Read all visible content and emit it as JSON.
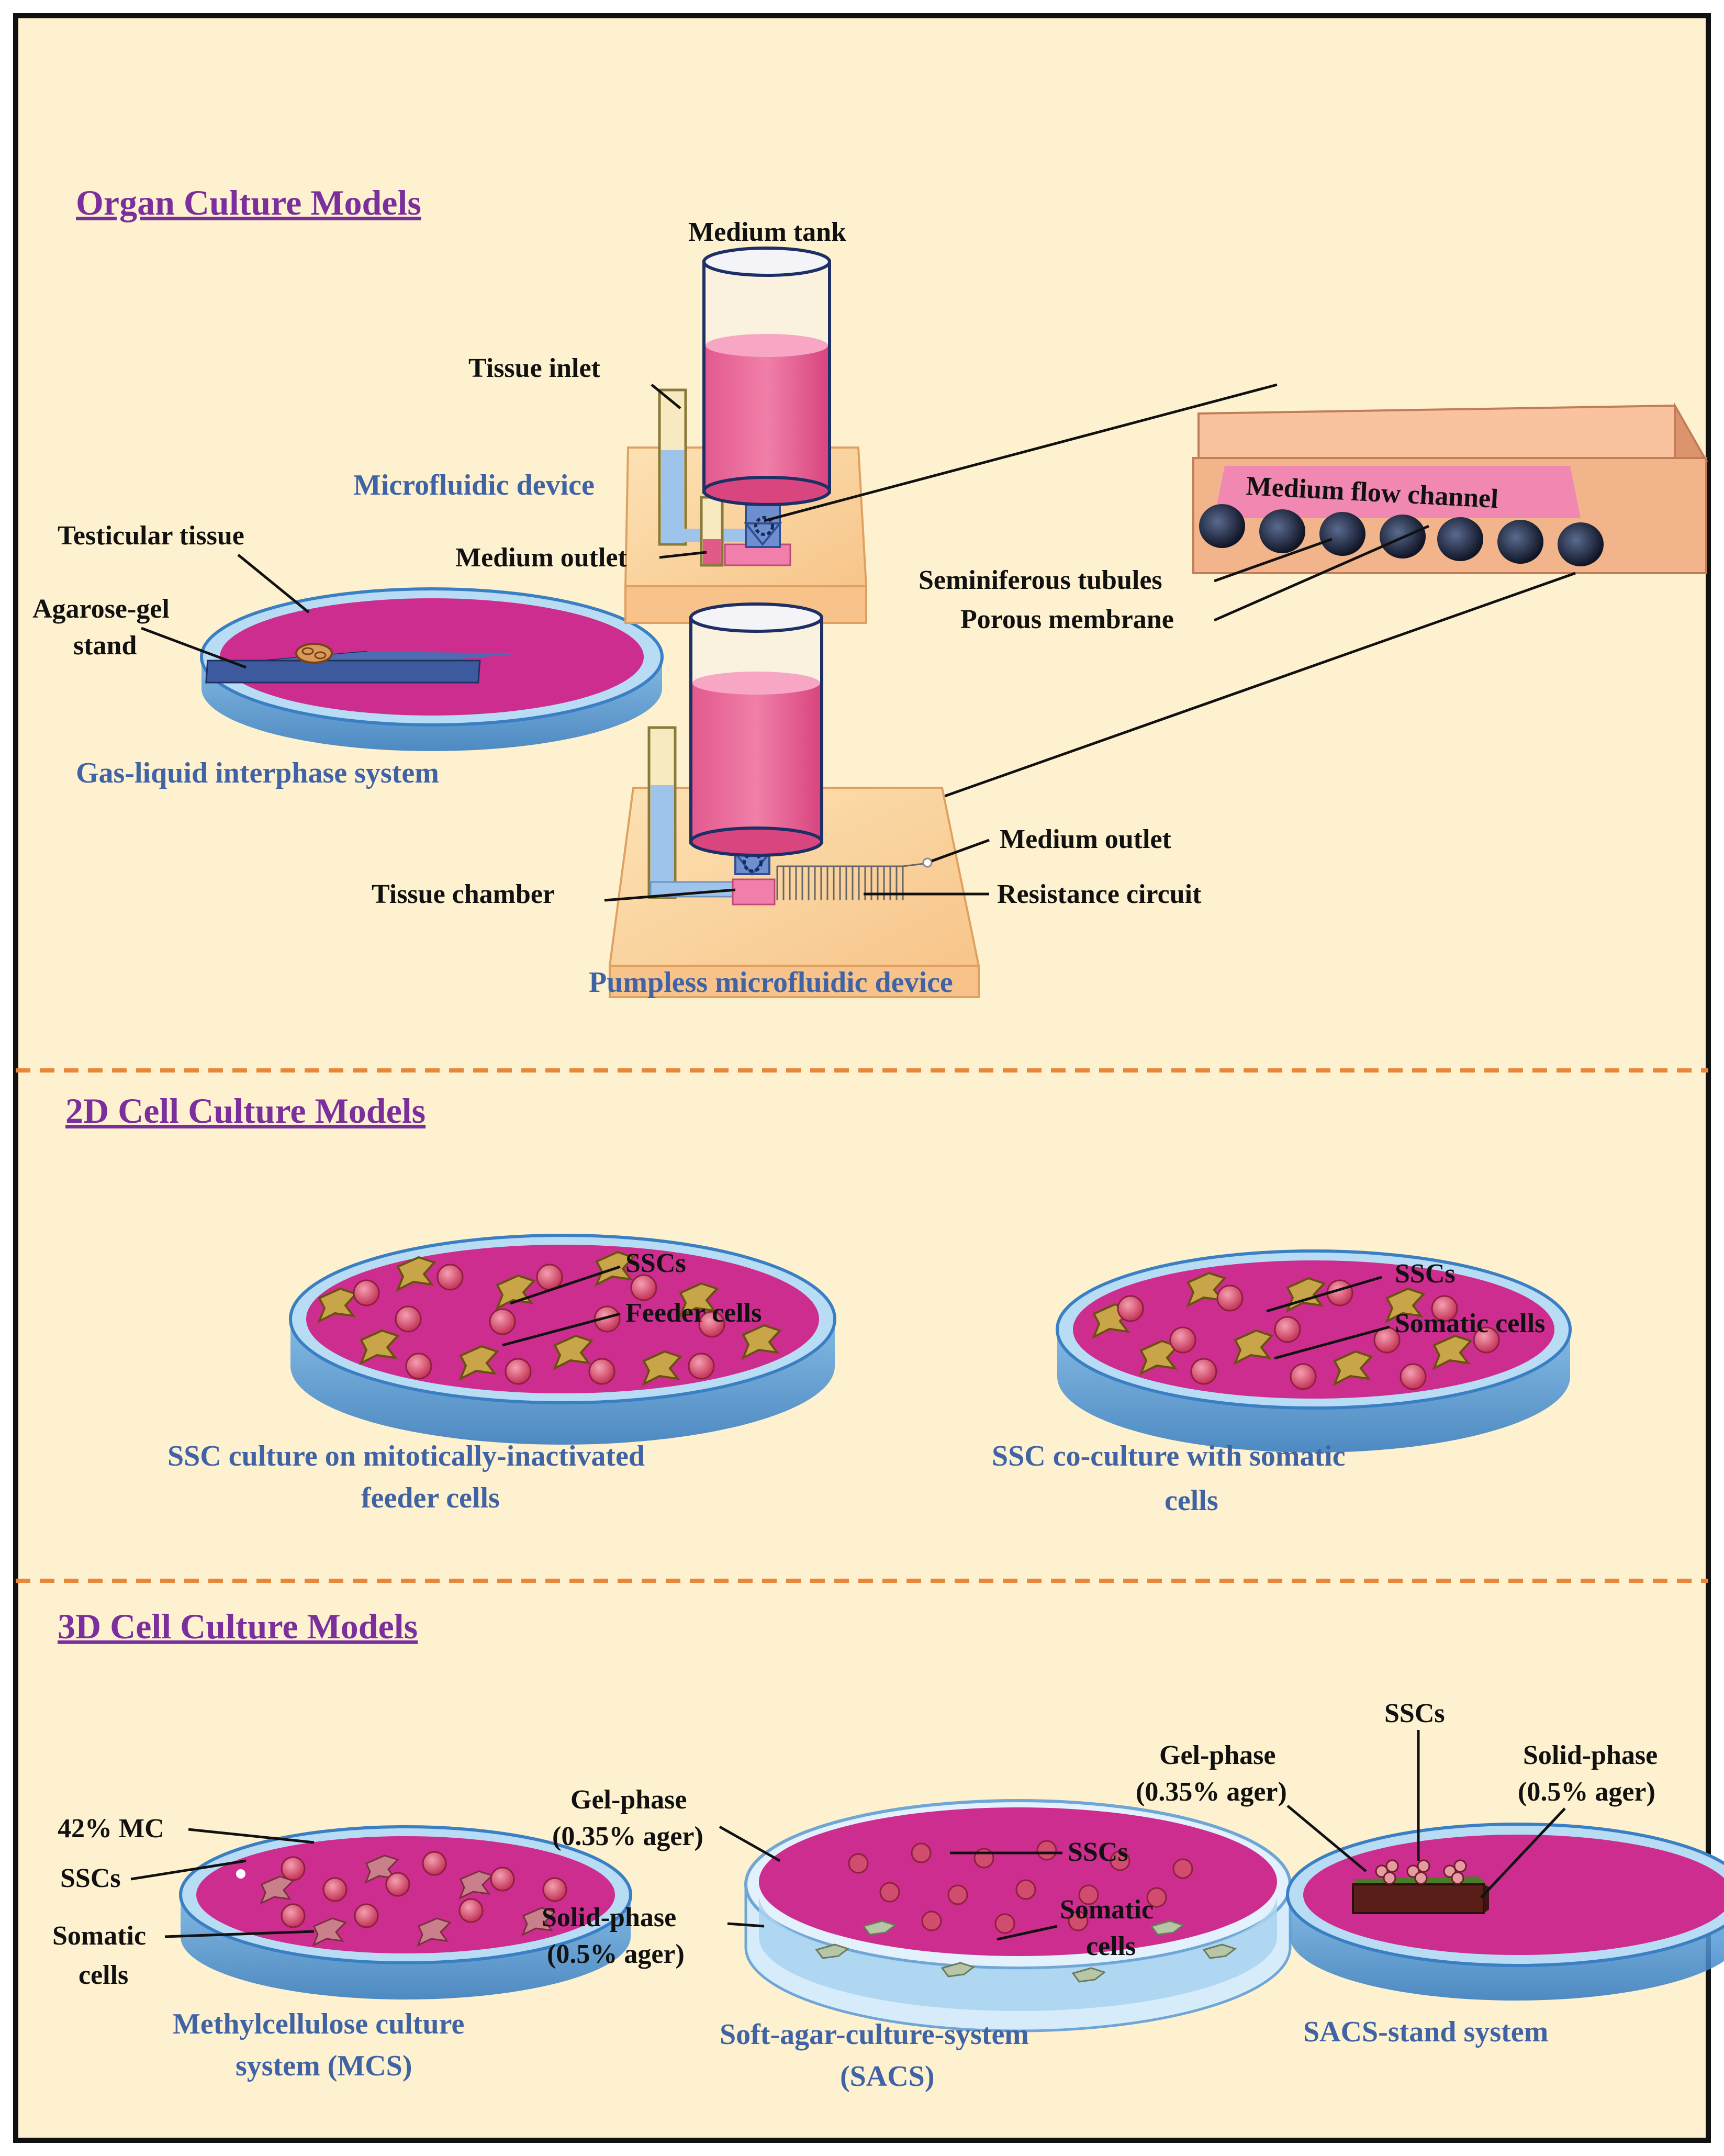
{
  "colors": {
    "background": "#fdf1cf",
    "border": "#111111",
    "divider": "#e8863a",
    "section_title": "#7b2f9c",
    "caption": "#3f63a4",
    "medium": "#cc2d8f",
    "tank_medium": "#e9699a",
    "dish_rim": "#4f96d8",
    "chip": "#fbd7a0",
    "channel_box": "#f2b48b"
  },
  "organ": {
    "title": "Organ Culture Models",
    "medium_tank": "Medium tank",
    "tissue_inlet": "Tissue inlet",
    "microfluidic_device": "Microfluidic device",
    "medium_outlet_1": "Medium outlet",
    "testicular_tissue": "Testicular tissue",
    "agarose_line1": "Agarose-gel",
    "agarose_line2": "stand",
    "gas_liquid": "Gas-liquid interphase system",
    "medium_flow_channel": "Medium flow channel",
    "seminiferous_tubules": "Seminiferous tubules",
    "porous_membrane": "Porous membrane",
    "medium_outlet_2": "Medium outlet",
    "tissue_chamber": "Tissue chamber",
    "resistance_circuit": "Resistance circuit",
    "pumpless": "Pumpless microfluidic device"
  },
  "twod": {
    "title": "2D Cell Culture Models",
    "left_ssc": "SSCs",
    "left_feeder": "Feeder cells",
    "left_caption_1": "SSC culture on mitotically-inactivated",
    "left_caption_2": "feeder cells",
    "right_ssc": "SSCs",
    "right_somatic": "Somatic cells",
    "right_caption_1": "SSC co-culture with somatic",
    "right_caption_2": "cells"
  },
  "threed": {
    "title": "3D Cell Culture Models",
    "mc": "42% MC",
    "mcs_ssc": "SSCs",
    "mcs_somatic_1": "Somatic",
    "mcs_somatic_2": "cells",
    "mcs_caption_1": "Methylcellulose culture",
    "mcs_caption_2": "system (MCS)",
    "sacs_gel_1": "Gel-phase",
    "sacs_gel_2": "(0.35% ager)",
    "sacs_ssc": "SSCs",
    "sacs_solid_1": "Solid-phase",
    "sacs_solid_2": "(0.5% ager)",
    "sacs_somatic_1": "Somatic",
    "sacs_somatic_2": "cells",
    "sacs_caption_1": "Soft-agar-culture-system",
    "sacs_caption_2": "(SACS)",
    "stand_ssc": "SSCs",
    "stand_gel_1": "Gel-phase",
    "stand_gel_2": "(0.35% ager)",
    "stand_solid_1": "Solid-phase",
    "stand_solid_2": "(0.5% ager)",
    "stand_caption": "SACS-stand system"
  }
}
